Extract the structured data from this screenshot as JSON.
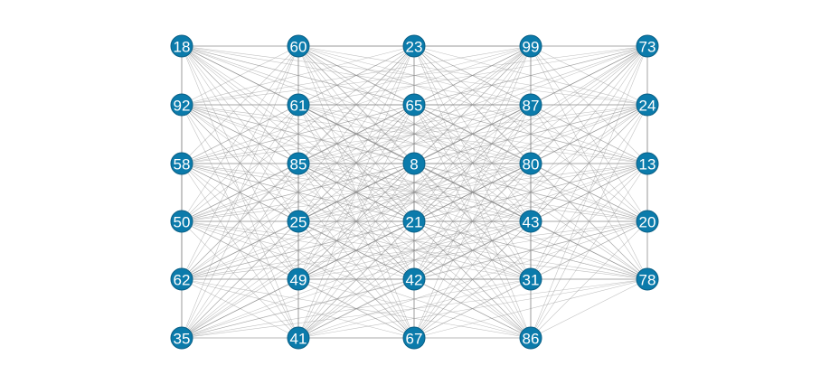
{
  "graph": {
    "node_color": "#0b7bab",
    "edge_color": "#8a8a8a",
    "label_color": "#ffffff",
    "grid_rows": [
      [
        "18",
        "60",
        "23",
        "99",
        "73"
      ],
      [
        "92",
        "61",
        "65",
        "87",
        "24"
      ],
      [
        "58",
        "85",
        "8",
        "80",
        "13"
      ],
      [
        "50",
        "25",
        "21",
        "43",
        "20"
      ],
      [
        "62",
        "49",
        "42",
        "31",
        "78"
      ],
      [
        "35",
        "41",
        "67",
        "86"
      ]
    ],
    "connectivity": "complete"
  }
}
